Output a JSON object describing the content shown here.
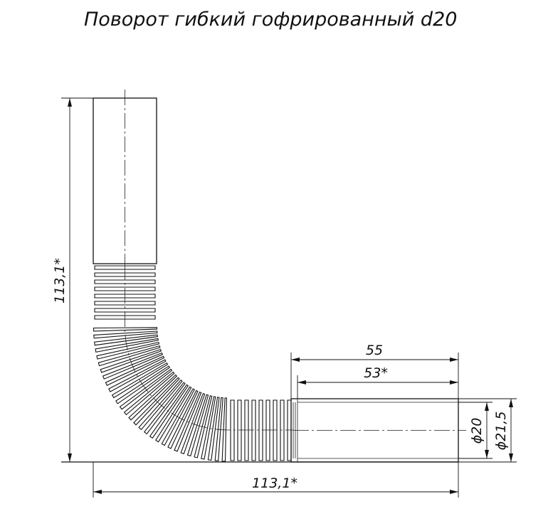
{
  "title": "Поворот гибкий гофрированный d20",
  "dimensions": {
    "length_outer": "55",
    "length_inner": "53*",
    "diameter_inner": "ϕ20",
    "diameter_outer": "ϕ21,5",
    "height": "113,1*",
    "width": "113,1*"
  },
  "colors": {
    "line": "#111111",
    "background": "#ffffff"
  }
}
